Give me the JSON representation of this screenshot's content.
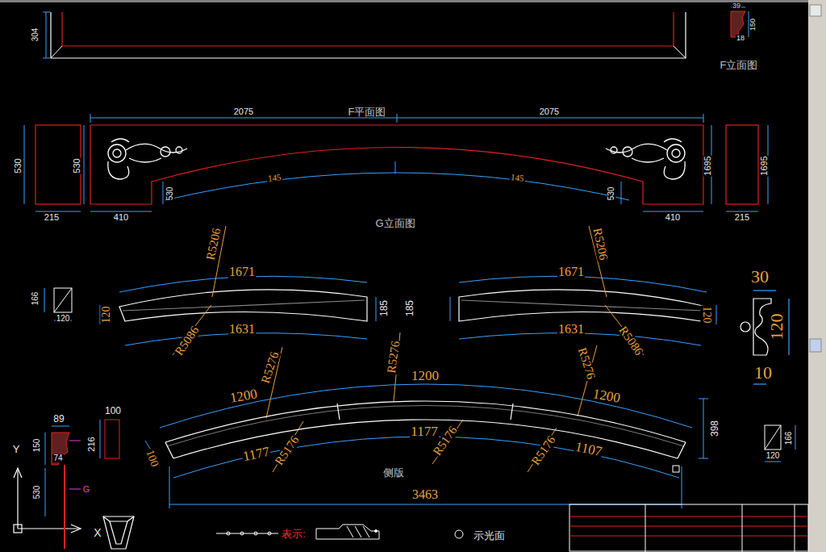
{
  "diagram": {
    "labels": [
      "39",
      "150",
      "18",
      "F立面图",
      "304",
      "2075",
      "F平面图",
      "2075",
      "530",
      "530",
      "1695",
      "1695",
      "145",
      "145",
      "530",
      "530",
      "215",
      "410",
      "410",
      "215",
      "G立面图",
      "R5206",
      "1671",
      "R5206",
      "1671",
      "166",
      "120",
      "120",
      "185",
      "185",
      "120",
      "1631",
      "1631",
      "R5086",
      "R5086",
      "30",
      "120",
      "10",
      "R5276",
      "R5276",
      "R5276",
      "1200",
      "1200",
      "1200",
      "100",
      "89",
      "150",
      "216",
      "74",
      "1177",
      "1177",
      "1107",
      "R5176",
      "R5176",
      "R5176",
      "398",
      "166",
      "120",
      "100",
      "530",
      "G",
      "Y",
      "X",
      "侧版",
      "3463",
      "表示:",
      "示光面"
    ]
  }
}
